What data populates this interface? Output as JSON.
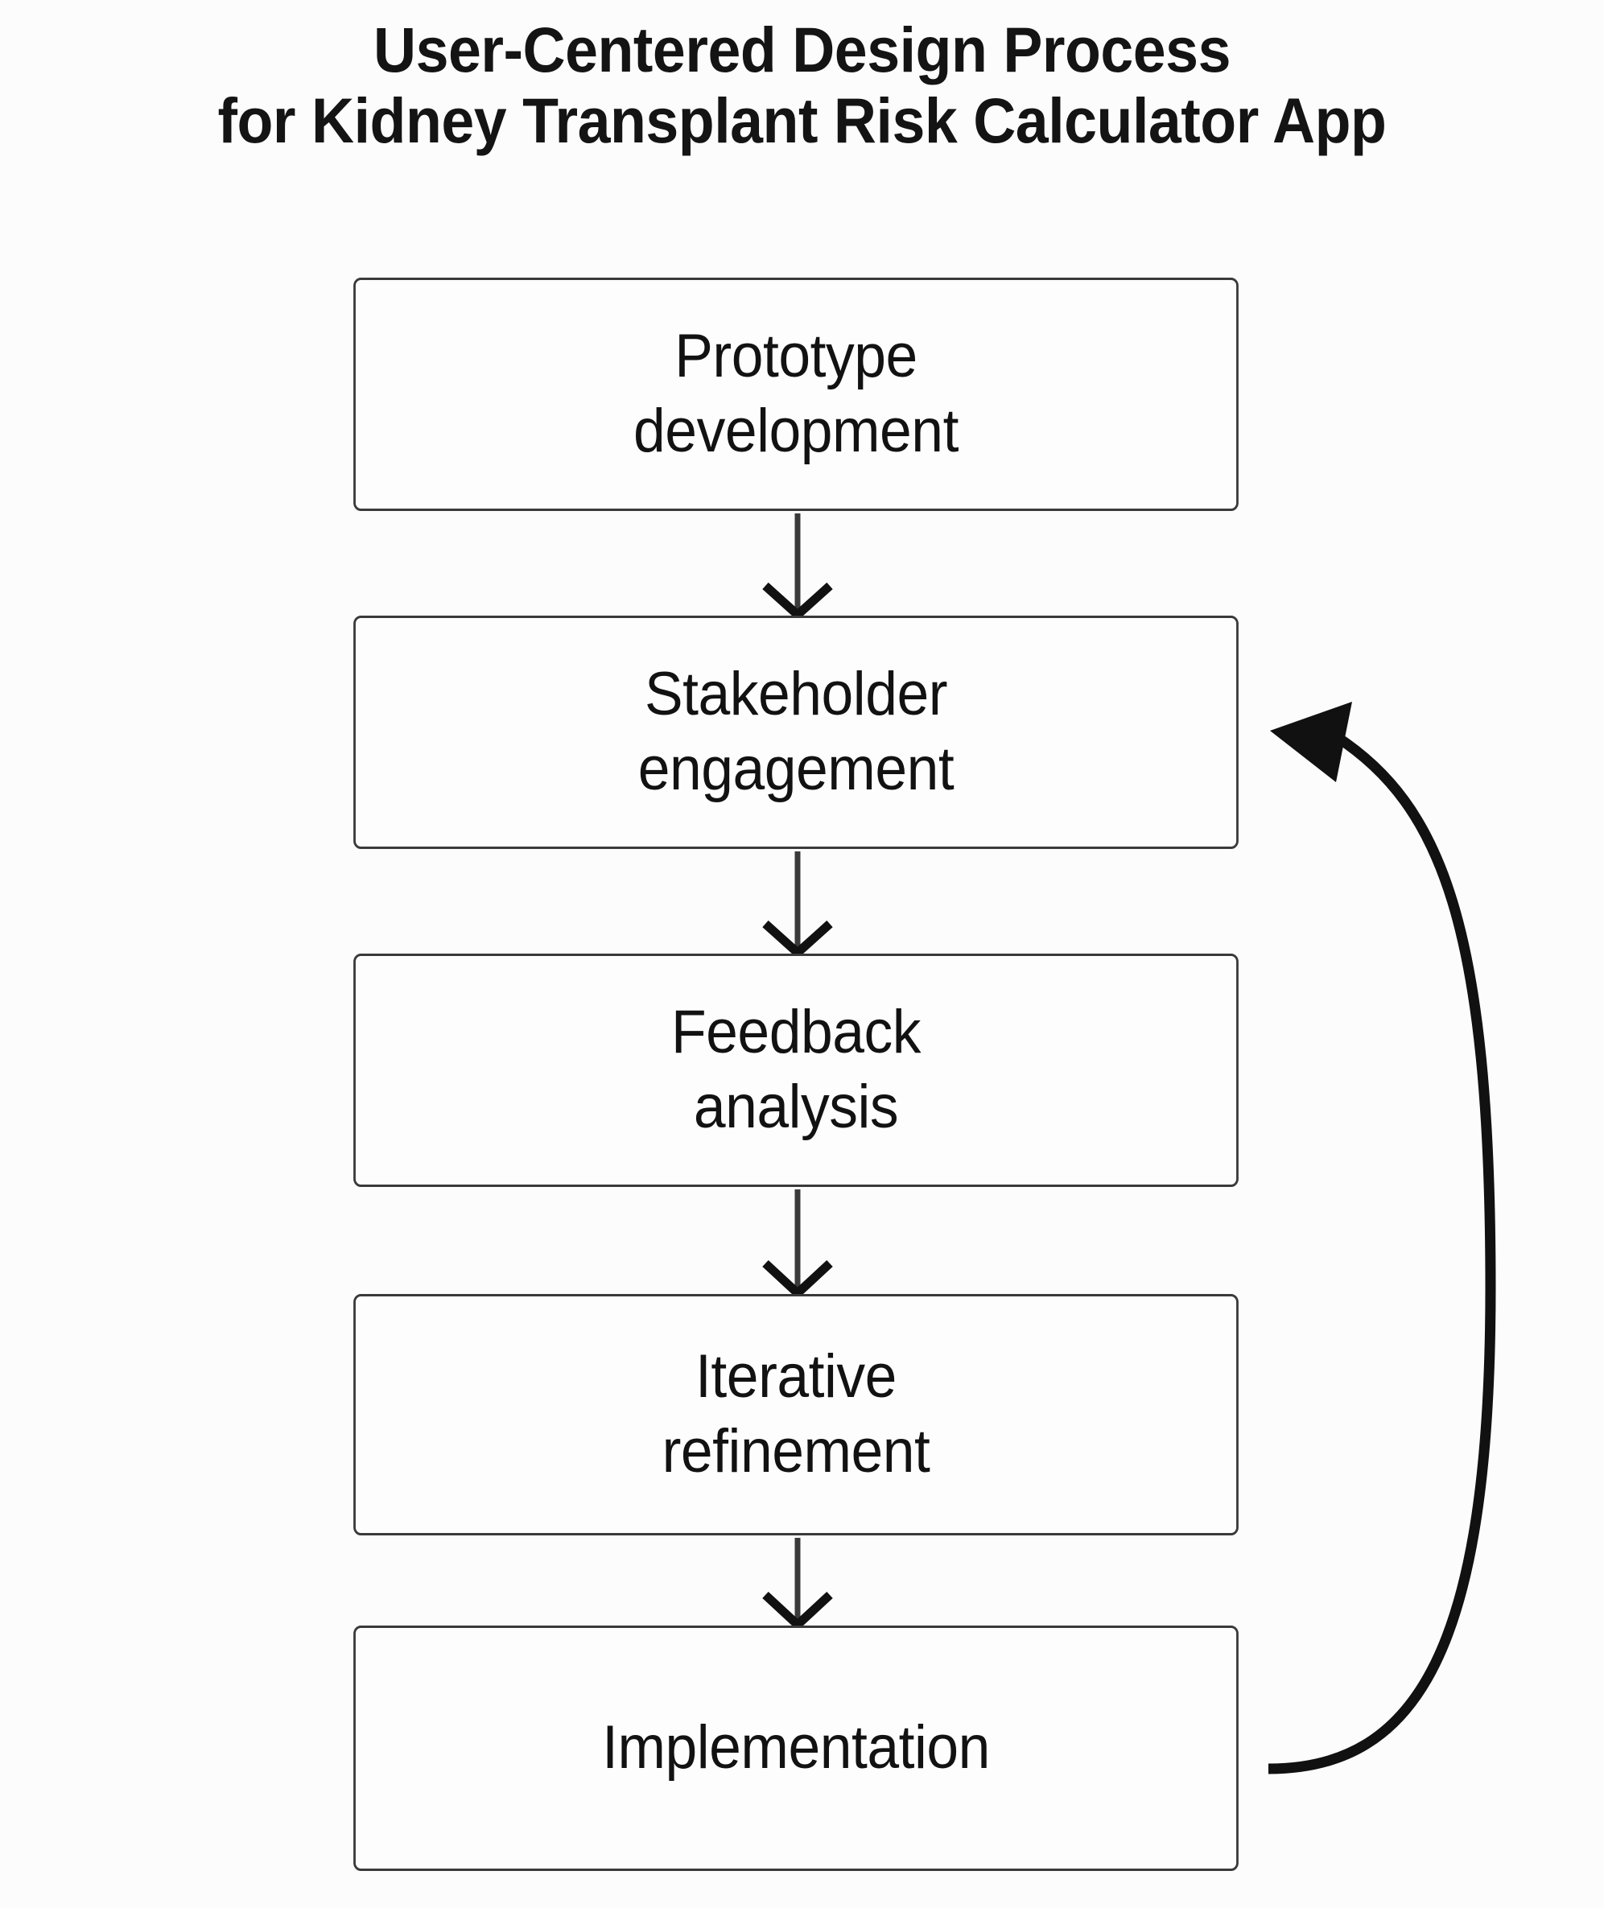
{
  "title": {
    "line1": "User-Centered Design Process",
    "line2": "for Kidney Transplant Risk Calculator App",
    "full": "User-Centered Design Process for Kidney Transplant Risk Calculator App"
  },
  "colors": {
    "background": "#fcfcfc",
    "box_fill": "#fdfdfd",
    "box_border": "#3a3a3a",
    "text": "#121212",
    "connector": "#3a3a3a",
    "loop_connector": "#111111"
  },
  "chart_data": {
    "type": "diagram",
    "diagram_type": "flowchart",
    "title": "User-Centered Design Process for Kidney Transplant Risk Calculator App",
    "orientation": "vertical-top-to-bottom",
    "nodes": [
      {
        "id": "prototype",
        "lines": [
          "Prototype",
          "development"
        ],
        "text": "Prototype development",
        "order": 1
      },
      {
        "id": "stakeholder",
        "lines": [
          "Stakeholder",
          "engagement"
        ],
        "text": "Stakeholder engagement",
        "order": 2
      },
      {
        "id": "feedback",
        "lines": [
          "Feedback",
          "analysis"
        ],
        "text": "Feedback analysis",
        "order": 3
      },
      {
        "id": "iterative",
        "lines": [
          "Iterative",
          "refinement"
        ],
        "text": "Iterative refinement",
        "order": 4
      },
      {
        "id": "implementation",
        "lines": [
          "Implementation"
        ],
        "text": "Implementation",
        "order": 5
      }
    ],
    "edges": [
      {
        "from": "prototype",
        "to": "stakeholder",
        "style": "straight-down",
        "arrowhead": "open-v"
      },
      {
        "from": "stakeholder",
        "to": "feedback",
        "style": "straight-down",
        "arrowhead": "open-v"
      },
      {
        "from": "feedback",
        "to": "iterative",
        "style": "straight-down",
        "arrowhead": "open-v"
      },
      {
        "from": "iterative",
        "to": "implementation",
        "style": "straight-down",
        "arrowhead": "open-v"
      },
      {
        "from": "implementation",
        "to": "stakeholder",
        "style": "curved-feedback-loop-right",
        "arrowhead": "filled-triangle"
      }
    ]
  }
}
